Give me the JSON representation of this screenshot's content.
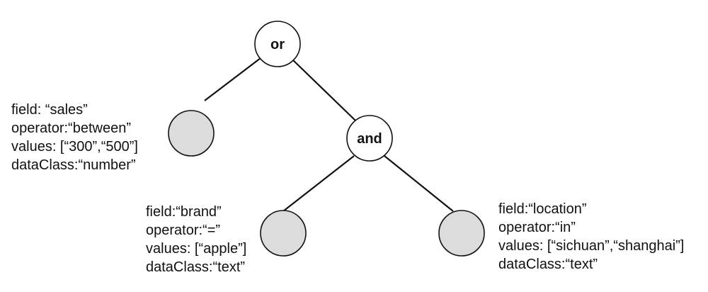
{
  "tree": {
    "root": {
      "label": "or"
    },
    "and_node": {
      "label": "and"
    },
    "leaf_sales": {
      "field_line": "field:  “sales”",
      "operator_line": "operator:“between”",
      "values_line": "values: [“300”,“500”]",
      "dataclass_line": "dataClass:“number”"
    },
    "leaf_brand": {
      "field_line": "field:“brand”",
      "operator_line": "operator:“=”",
      "values_line": "values: [“apple”]",
      "dataclass_line": "dataClass:“text”"
    },
    "leaf_location": {
      "field_line": "field:“location”",
      "operator_line": "operator:“in”",
      "values_line": "values: [“sichuan”,“shanghai”]",
      "dataclass_line": "dataClass:“text”"
    }
  },
  "colors": {
    "edge": "#111111",
    "operator_fill": "#ffffff",
    "leaf_fill": "#dcdcdc"
  }
}
